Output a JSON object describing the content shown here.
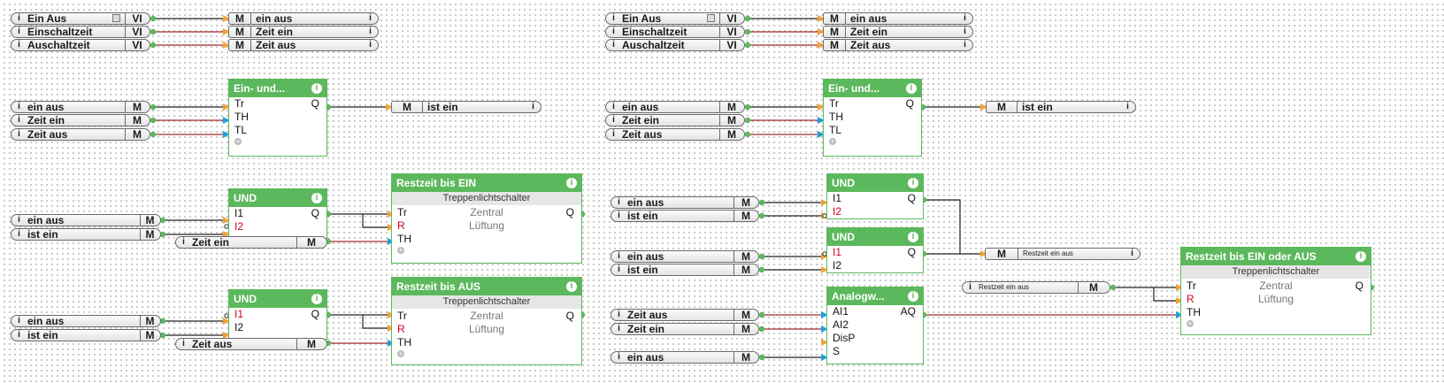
{
  "colors": {
    "green": "#5cb85c",
    "wire_red": "#a52a2a",
    "wire_black": "#222222",
    "bit_port": "#f4a236",
    "analog_port": "#1ea0dc"
  },
  "left": {
    "top_inputs": [
      {
        "name": "Ein Aus",
        "type": "VI"
      },
      {
        "name": "Einschaltzeit",
        "type": "VI"
      },
      {
        "name": "Auschaltzeit",
        "type": "VI"
      }
    ],
    "top_markers": [
      {
        "type": "M",
        "name": "ein aus"
      },
      {
        "type": "M",
        "name": "Zeit ein"
      },
      {
        "type": "M",
        "name": "Zeit aus"
      }
    ],
    "group2_inputs": [
      {
        "name": "ein aus",
        "type": "M"
      },
      {
        "name": "Zeit ein",
        "type": "M"
      },
      {
        "name": "Zeit aus",
        "type": "M"
      }
    ],
    "einund": {
      "title": "Ein- und...",
      "ports": [
        "Tr",
        "TH",
        "TL"
      ],
      "out": "Q"
    },
    "ist_ein_marker": {
      "type": "M",
      "name": "ist ein"
    },
    "und1": {
      "title": "UND",
      "ports": [
        "I1",
        "I2"
      ],
      "out": "Q",
      "inputs": [
        {
          "name": "ein aus",
          "type": "M"
        },
        {
          "name": "ist ein",
          "type": "M"
        }
      ],
      "th_input": {
        "name": "Zeit ein",
        "type": "M"
      }
    },
    "rest1": {
      "title": "Restzeit bis EIN",
      "subtitle": "Treppenlichtschalter",
      "ports": [
        "Tr",
        "R",
        "TH"
      ],
      "mid": [
        "Zentral",
        "Lüftung"
      ],
      "out": "Q"
    },
    "und2": {
      "title": "UND",
      "ports": [
        "I1",
        "I2"
      ],
      "out": "Q",
      "inputs": [
        {
          "name": "ein aus",
          "type": "M"
        },
        {
          "name": "ist ein",
          "type": "M"
        }
      ],
      "th_input": {
        "name": "Zeit aus",
        "type": "M"
      }
    },
    "rest2": {
      "title": "Restzeit bis AUS",
      "subtitle": "Treppenlichtschalter",
      "ports": [
        "Tr",
        "R",
        "TH"
      ],
      "mid": [
        "Zentral",
        "Lüftung"
      ],
      "out": "Q"
    }
  },
  "right": {
    "top_inputs": [
      {
        "name": "Ein Aus",
        "type": "VI"
      },
      {
        "name": "Einschaltzeit",
        "type": "VI"
      },
      {
        "name": "Auschaltzeit",
        "type": "VI"
      }
    ],
    "top_markers": [
      {
        "type": "M",
        "name": "ein aus"
      },
      {
        "type": "M",
        "name": "Zeit ein"
      },
      {
        "type": "M",
        "name": "Zeit aus"
      }
    ],
    "group2_inputs": [
      {
        "name": "ein aus",
        "type": "M"
      },
      {
        "name": "Zeit ein",
        "type": "M"
      },
      {
        "name": "Zeit aus",
        "type": "M"
      }
    ],
    "einund": {
      "title": "Ein- und...",
      "ports": [
        "Tr",
        "TH",
        "TL"
      ],
      "out": "Q"
    },
    "ist_ein_marker": {
      "type": "M",
      "name": "ist ein"
    },
    "und1": {
      "title": "UND",
      "ports": [
        "I1",
        "I2"
      ],
      "out": "Q",
      "inputs": [
        {
          "name": "ein aus",
          "type": "M"
        },
        {
          "name": "ist ein",
          "type": "M"
        }
      ]
    },
    "und2": {
      "title": "UND",
      "ports": [
        "I1",
        "I2"
      ],
      "out": "Q",
      "inputs": [
        {
          "name": "ein aus",
          "type": "M"
        },
        {
          "name": "ist ein",
          "type": "M"
        }
      ]
    },
    "restzeit_marker": {
      "type": "M",
      "name": "Restzeit ein aus"
    },
    "restzeit_input": {
      "name": "Restzeit ein aus",
      "type": "M"
    },
    "analog": {
      "title": "Analogw...",
      "ports": [
        "AI1",
        "AI2",
        "DisP",
        "S"
      ],
      "out": "AQ",
      "inputs": [
        {
          "name": "Zeit aus",
          "type": "M"
        },
        {
          "name": "Zeit ein",
          "type": "M"
        },
        {
          "name": "ein aus",
          "type": "M"
        }
      ]
    },
    "rest3": {
      "title": "Restzeit bis EIN oder AUS",
      "subtitle": "Treppenlichtschalter",
      "ports": [
        "Tr",
        "R",
        "TH"
      ],
      "mid": [
        "Zentral",
        "Lüftung"
      ],
      "out": "Q"
    }
  }
}
